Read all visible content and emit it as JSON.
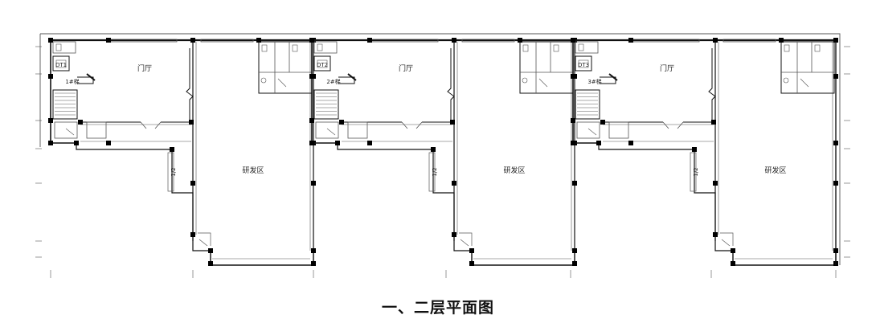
{
  "drawing": {
    "caption": "一、二层平面图",
    "units": [
      {
        "hall": "门厅",
        "rnd": "研发区",
        "stair": "1#梯",
        "elevator": "DT1",
        "ramp": "1/2"
      },
      {
        "hall": "门厅",
        "rnd": "研发区",
        "stair": "2#梯",
        "elevator": "DT2",
        "ramp": "1/2"
      },
      {
        "hall": "门厅",
        "rnd": "研发区",
        "stair": "3#梯",
        "elevator": "DT3",
        "ramp": "1/2"
      }
    ],
    "colors": {
      "line": "#111111",
      "thin": "#555555",
      "column": "#000000"
    }
  }
}
